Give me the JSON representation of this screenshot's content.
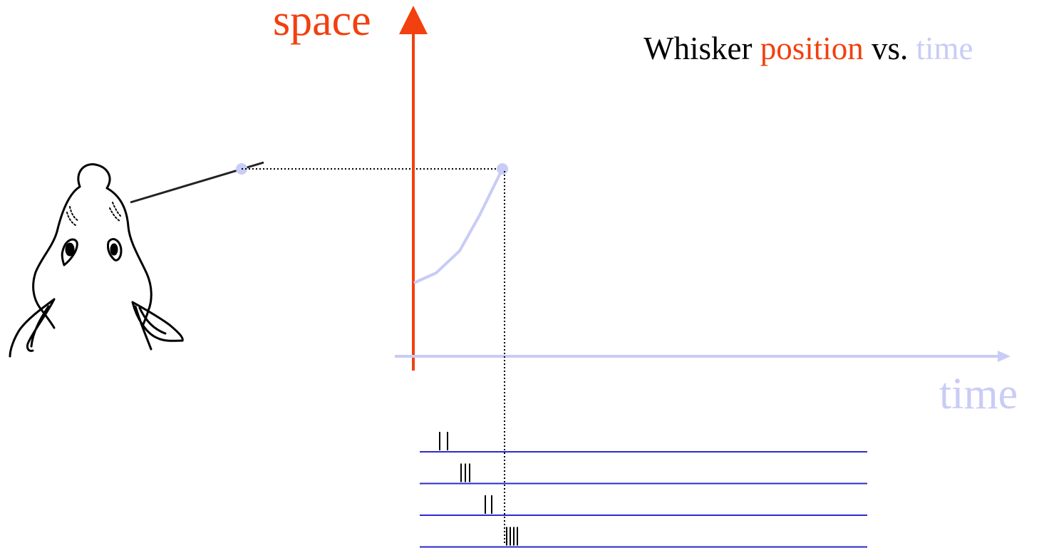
{
  "title": {
    "prefix": "Whisker",
    "highlight": "position",
    "middle": "vs.",
    "suffix": "time"
  },
  "axes": {
    "y_label": "space",
    "x_label": "time"
  },
  "colors": {
    "space": "#f2400f",
    "time": "#c9ccf5",
    "spike_baseline": "#2a2ccc",
    "spike": "#000000",
    "whisker": "#222222"
  },
  "raster": {
    "rows": [
      {
        "spikes": 2
      },
      {
        "spikes": 3
      },
      {
        "spikes": 2
      },
      {
        "spikes": 4
      }
    ]
  }
}
